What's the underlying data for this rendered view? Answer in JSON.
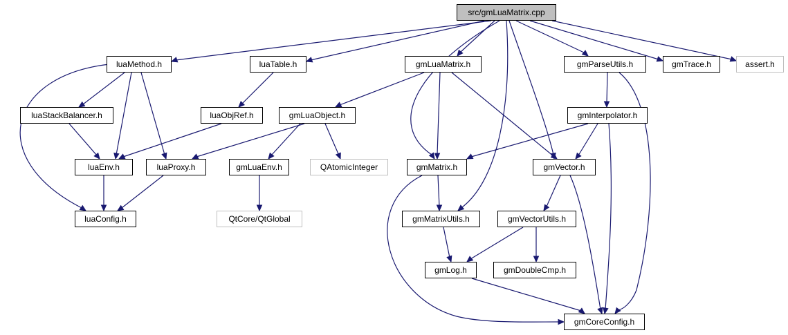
{
  "colors": {
    "edge": "#191970",
    "root_fill": "#bfbfbf",
    "node_border": "#000000",
    "external_border": "#bfbfbf"
  },
  "nodes": {
    "root": "src/gmLuaMatrix.cpp",
    "luaMethod": "luaMethod.h",
    "luaTable": "luaTable.h",
    "gmLuaMatrix": "gmLuaMatrix.h",
    "gmParseUtils": "gmParseUtils.h",
    "gmTrace": "gmTrace.h",
    "assert": "assert.h",
    "luaStackBalancer": "luaStackBalancer.h",
    "luaObjRef": "luaObjRef.h",
    "gmLuaObject": "gmLuaObject.h",
    "gmInterpolator": "gmInterpolator.h",
    "luaEnv": "luaEnv.h",
    "luaProxy": "luaProxy.h",
    "gmLuaEnv": "gmLuaEnv.h",
    "qAtomicInteger": "QAtomicInteger",
    "gmMatrix": "gmMatrix.h",
    "gmVector": "gmVector.h",
    "luaConfig": "luaConfig.h",
    "qtGlobal": "QtCore/QtGlobal",
    "gmMatrixUtils": "gmMatrixUtils.h",
    "gmVectorUtils": "gmVectorUtils.h",
    "gmLog": "gmLog.h",
    "gmDoubleCmp": "gmDoubleCmp.h",
    "gmCoreConfig": "gmCoreConfig.h"
  }
}
